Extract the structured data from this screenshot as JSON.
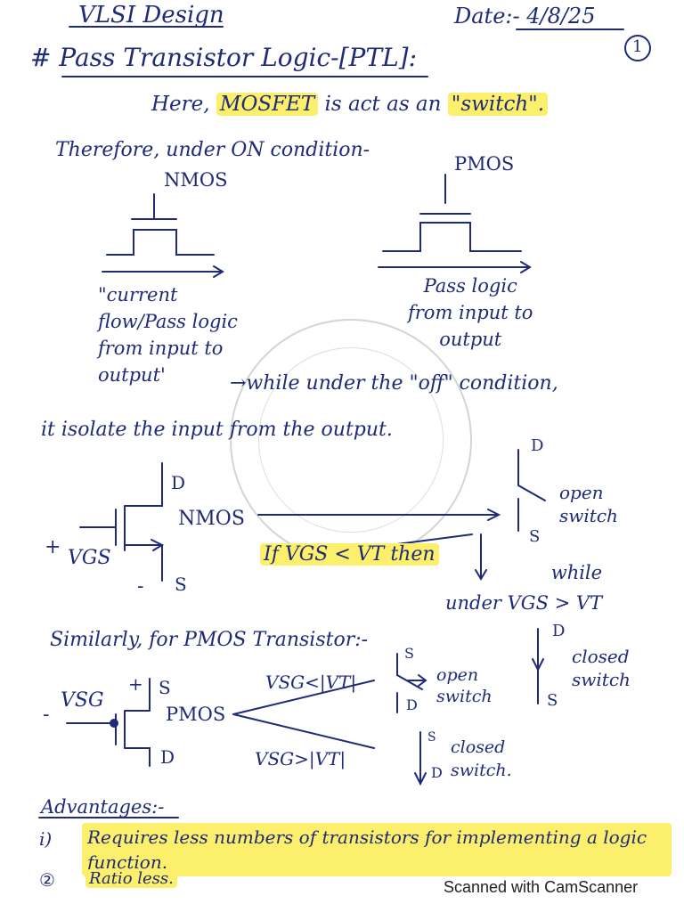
{
  "header": {
    "subject": "VLSI Design",
    "date": "Date:- 4/8/25",
    "page_number": "1"
  },
  "title": "# Pass Transistor Logic-[PTL]:",
  "lines": {
    "intro_a": "Here,",
    "intro_mosfet": "MOSFET",
    "intro_b": "is act as an",
    "intro_switch": "\"switch\".",
    "on_condition": "Therefore, under ON condition-",
    "current_flow": "\"current\nflow/Pass logic\nfrom input to\noutput'",
    "pass_logic": "Pass logic\nfrom input to\noutput",
    "off_condition": "→while under the \"off\" condition,",
    "isolate": "it isolate the input from the output.",
    "vgs_cond": "If VGS < VT then",
    "while_under": "while\nunder VGS > VT",
    "similarly": "Similarly, for PMOS Transistor:-",
    "vsg_less": "VSG<|VT|",
    "vsg_greater": "VSG>|VT|"
  },
  "labels": {
    "nmos_top": "NMOS",
    "pmos_top": "PMOS",
    "nmos_mid": "NMOS",
    "pmos_mid": "PMOS",
    "d": "D",
    "s": "S",
    "plus": "+",
    "minus": "-",
    "vgs": "VGS",
    "vsg": "VSG",
    "open_switch": "open\nswitch",
    "closed_switch": "closed\nswitch",
    "closed_switch_dot": "closed\nswitch."
  },
  "advantages": {
    "heading": "Advantages:-",
    "item1_num": "i)",
    "item1": "Requires less numbers of transistors for implementing a logic function.",
    "item2_num": "②",
    "item2": "Ratio less."
  },
  "footer": "Scanned with CamScanner",
  "colors": {
    "ink": "#1f2a78",
    "highlight": "#fbef6b"
  }
}
